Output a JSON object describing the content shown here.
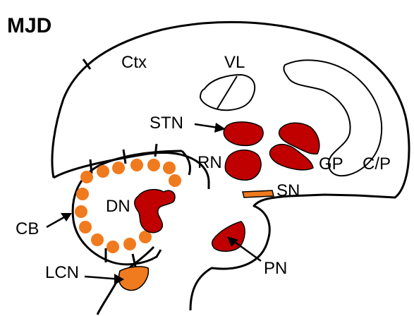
{
  "title": "MJD",
  "labels": {
    "ctx": "Ctx",
    "vl": "VL",
    "stn": "STN",
    "rn": "RN",
    "gp": "GP",
    "cp": "C/P",
    "sn": "SN",
    "dn": "DN",
    "cb": "CB",
    "lcn": "LCN",
    "pn": "PN"
  },
  "colors": {
    "affected_dark": "#c00000",
    "affected_light": "#f07a1e",
    "outline": "#000000"
  }
}
